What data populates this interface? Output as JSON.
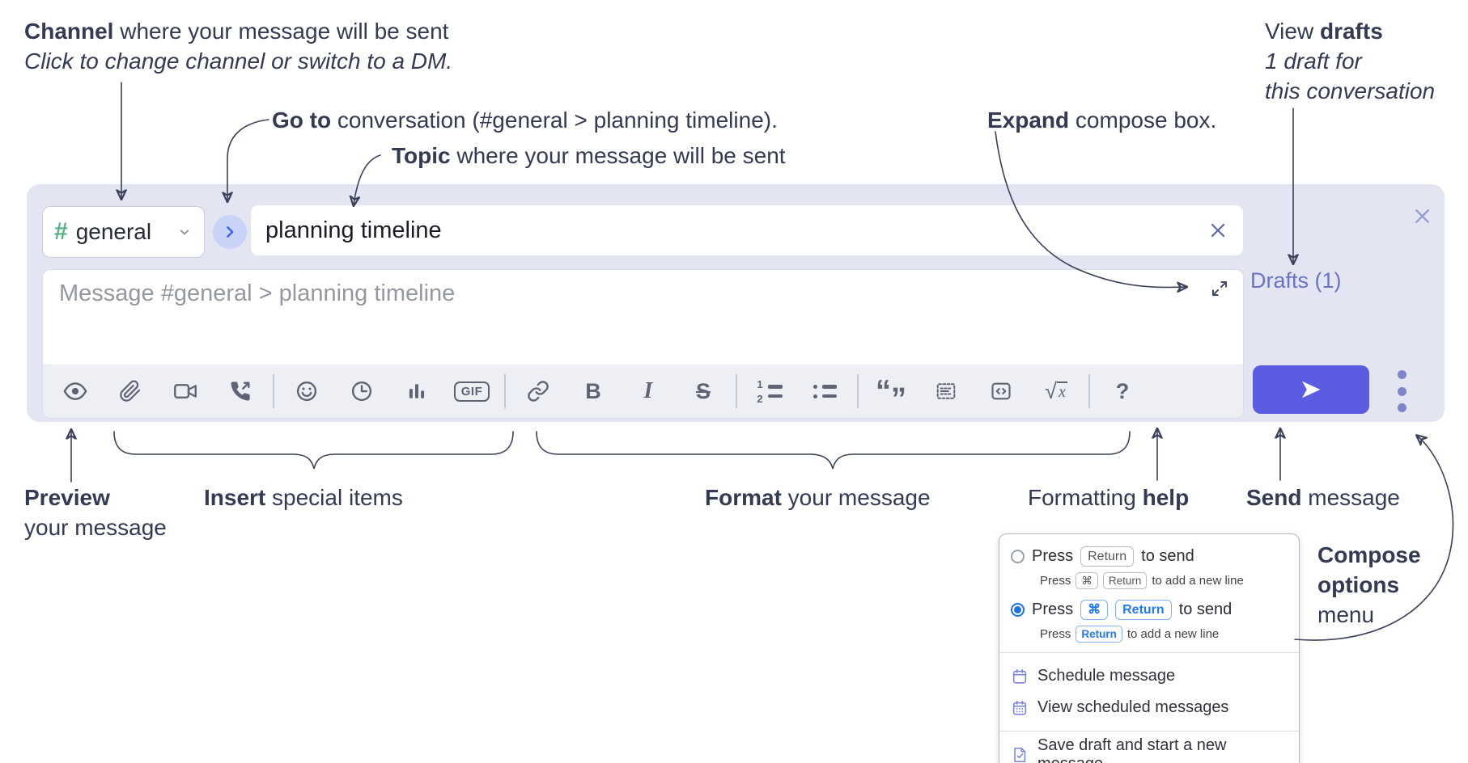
{
  "annotations": {
    "channel": {
      "bold": "Channel",
      "rest": " where your message will be sent",
      "italic": "Click to change channel or switch to a DM."
    },
    "goto": {
      "bold": "Go to",
      "rest": " conversation (#general > planning timeline)."
    },
    "topic": {
      "bold": "Topic",
      "rest": " where your message will be sent"
    },
    "expand": {
      "bold": "Expand",
      "rest": " compose box."
    },
    "view_drafts": {
      "pre": "View ",
      "bold": "drafts",
      "italic_line1": "1 draft for",
      "italic_line2": "this conversation"
    },
    "preview": {
      "bold": "Preview",
      "line2": "your message"
    },
    "insert": {
      "bold": "Insert",
      "rest": " special items"
    },
    "format": {
      "bold": "Format",
      "rest": " your message"
    },
    "formatting_help": {
      "pre": "Formatting ",
      "bold": "help"
    },
    "send": {
      "bold": "Send",
      "rest": " message"
    },
    "compose_options": {
      "line1": "Compose",
      "line2": "options",
      "line3": "menu"
    }
  },
  "compose": {
    "channel": {
      "hash": "#",
      "label": "general"
    },
    "topic": {
      "value": "planning timeline"
    },
    "message": {
      "placeholder": "Message #general > planning timeline"
    },
    "drafts_link": "Drafts (1)",
    "toolbar": {
      "icons": [
        "preview-eye",
        "attach-file",
        "video-call",
        "voice-call",
        "emoji",
        "add-time",
        "poll",
        "gif",
        "link",
        "bold",
        "italic",
        "strikethrough",
        "numbered-list",
        "bulleted-list",
        "quote",
        "spoiler",
        "code",
        "math",
        "help"
      ],
      "bold_label": "B",
      "italic_label": "I",
      "strike_label": "S",
      "gif_label": "GIF",
      "num1": "1",
      "num2": "2",
      "quote_open": "“",
      "quote_close": "”",
      "sqrt": "√",
      "math_x": "x",
      "help_label": "?"
    }
  },
  "popup": {
    "press": "Press",
    "return_key": "Return",
    "cmd_key": "⌘",
    "to_send": "to send",
    "to_add_new_line": "to add a new line",
    "menu_items": {
      "schedule": "Schedule message",
      "view_scheduled": "View scheduled messages",
      "save_draft": "Save draft and start a new message"
    }
  },
  "colors": {
    "compose_bg": "#e3e5f3",
    "accent_send": "#5b5ce2",
    "drafts_link": "#6a73c4",
    "channel_hash_green": "#55b383",
    "goto_blue": "#3b63f2",
    "radio_selected_blue": "#1a73e8"
  }
}
